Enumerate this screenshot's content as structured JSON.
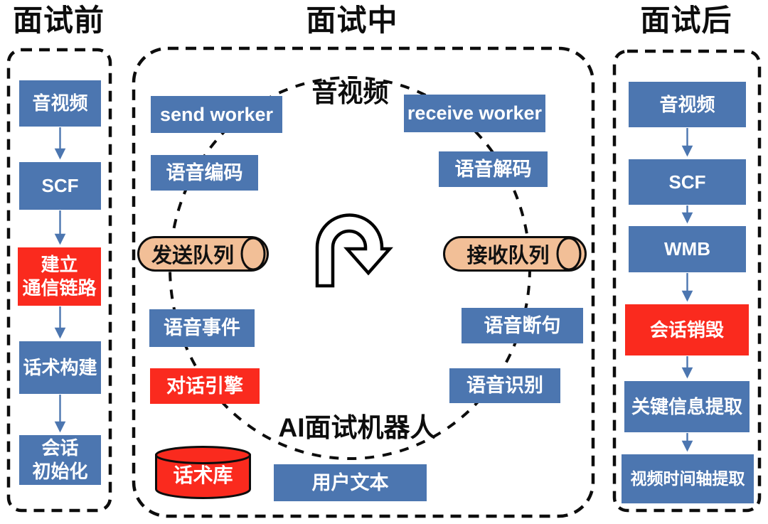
{
  "colors": {
    "blue": "#4C76B0",
    "red": "#FA2A1E",
    "tan": "#F2BF97",
    "ink": "#0d0d0d"
  },
  "pre": {
    "title": "面试前",
    "boxes": [
      {
        "label": "音视频",
        "style": "blue"
      },
      {
        "label": "SCF",
        "style": "blue"
      },
      {
        "label": "建立\n通信链路",
        "style": "red"
      },
      {
        "label": "话术构建",
        "style": "blue"
      },
      {
        "label": "会话\n初始化",
        "style": "blue"
      }
    ]
  },
  "mid": {
    "title": "面试中",
    "cycle_top_label": "音视频",
    "cycle_bottom_label": "AI面试机器人",
    "send_worker": "send worker",
    "receive_worker": "receive worker",
    "voice_encode": "语音编码",
    "voice_decode": "语音解码",
    "send_queue": "发送队列",
    "receive_queue": "接收队列",
    "voice_event": "语音事件",
    "voice_sentence": "语音断句",
    "dialog_engine": "对话引擎",
    "voice_recognition": "语音识别",
    "script_library": "话术库",
    "user_text": "用户文本"
  },
  "post": {
    "title": "面试后",
    "boxes": [
      {
        "label": "音视频",
        "style": "blue"
      },
      {
        "label": "SCF",
        "style": "blue"
      },
      {
        "label": "WMB",
        "style": "blue"
      },
      {
        "label": "会话销毁",
        "style": "red"
      },
      {
        "label": "关键信息提取",
        "style": "blue"
      },
      {
        "label": "视频时间轴提取",
        "style": "blue"
      }
    ]
  }
}
